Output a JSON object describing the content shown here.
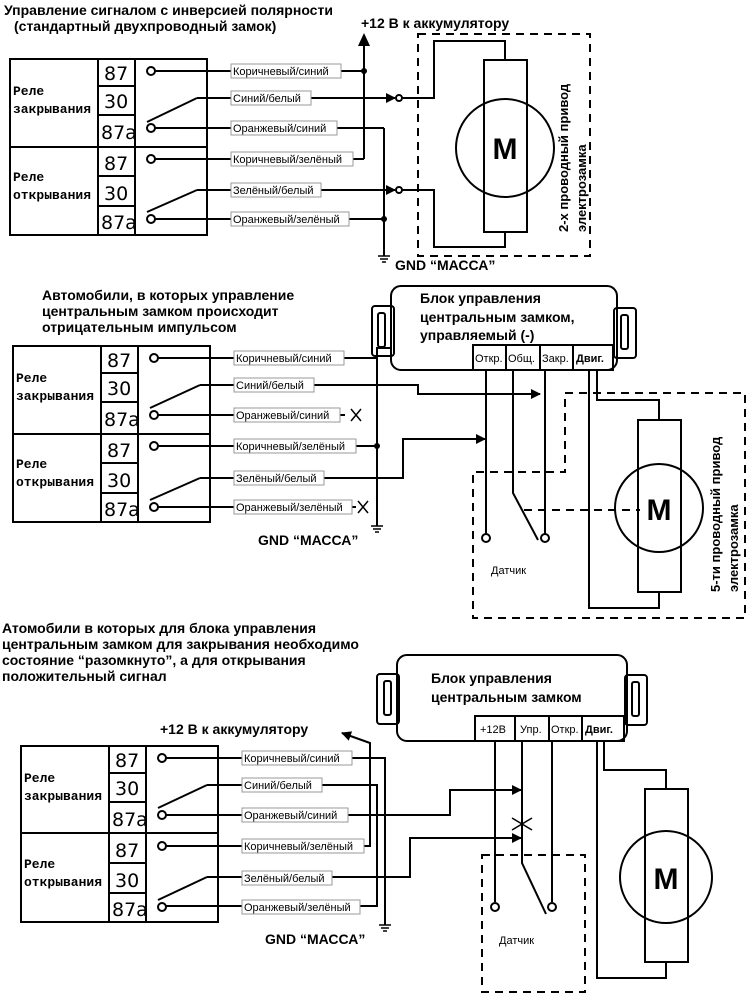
{
  "panel1": {
    "title": [
      "Управление сигналом с инверсией полярности",
      "(стандартный двухпроводный замок)"
    ],
    "battery_label": "+12 В к аккумулятору",
    "gnd_label": "GND “МАССА”",
    "relays": [
      {
        "name": [
          "Реле",
          "закрывания"
        ],
        "pins": [
          "87",
          "30",
          "87a"
        ],
        "wires": [
          "Коричневый/синий",
          "Синий/белый",
          "Оранжевый/синий"
        ]
      },
      {
        "name": [
          "Реле",
          "открывания"
        ],
        "pins": [
          "87",
          "30",
          "87a"
        ],
        "wires": [
          "Коричневый/зелёный",
          "Зелёный/белый",
          "Оранжевый/зелёный"
        ]
      }
    ],
    "motor_label": "M",
    "actuator_label": [
      "2-х проводный привод",
      "электрозамка"
    ]
  },
  "panel2": {
    "title": [
      "Автомобили, в которых управление",
      " центральным замком происходит",
      "отрицательным импульсом"
    ],
    "control_unit": {
      "title": [
        "Блок управления",
        "центральным замком,",
        "управляемый (-)"
      ],
      "terminals": [
        "Откр.",
        "Общ.",
        "Закр.",
        "Двиг."
      ]
    },
    "gnd_label": "GND “МАССА”",
    "relays": [
      {
        "name": [
          "Реле",
          "закрывания"
        ],
        "pins": [
          "87",
          "30",
          "87a"
        ],
        "wires": [
          "Коричневый/синий",
          "Синий/белый",
          "Оранжевый/синий"
        ]
      },
      {
        "name": [
          "Реле",
          "открывания"
        ],
        "pins": [
          "87",
          "30",
          "87a"
        ],
        "wires": [
          "Коричневый/зелёный",
          "Зелёный/белый",
          "Оранжевый/зелёный"
        ]
      }
    ],
    "sensor_label": "Датчик",
    "motor_label": "M",
    "actuator_label": [
      "5-ти проводный привод",
      "электрозамка"
    ]
  },
  "panel3": {
    "title": [
      "Атомобили в которых для блока управления",
      "центральным замком для закрывания необходимо",
      "состояние “разомкнуто”, а для открывания",
      "положительный сигнал"
    ],
    "battery_label": "+12 В к аккумулятору",
    "control_unit": {
      "title": [
        "Блок управления",
        "центральным замком"
      ],
      "terminals": [
        "+12В",
        "Упр.",
        "Откр.",
        "Двиг."
      ]
    },
    "gnd_label": "GND “МАССА”",
    "relays": [
      {
        "name": [
          "Реле",
          "закрывания"
        ],
        "pins": [
          "87",
          "30",
          "87a"
        ],
        "wires": [
          "Коричневый/синий",
          "Синий/белый",
          "Оранжевый/синий"
        ]
      },
      {
        "name": [
          "Реле",
          "открывания"
        ],
        "pins": [
          "87",
          "30",
          "87a"
        ],
        "wires": [
          "Коричневый/зелёный",
          "Зелёный/белый",
          "Оранжевый/зелёный"
        ]
      }
    ],
    "sensor_label": "Датчик",
    "motor_label": "M"
  }
}
